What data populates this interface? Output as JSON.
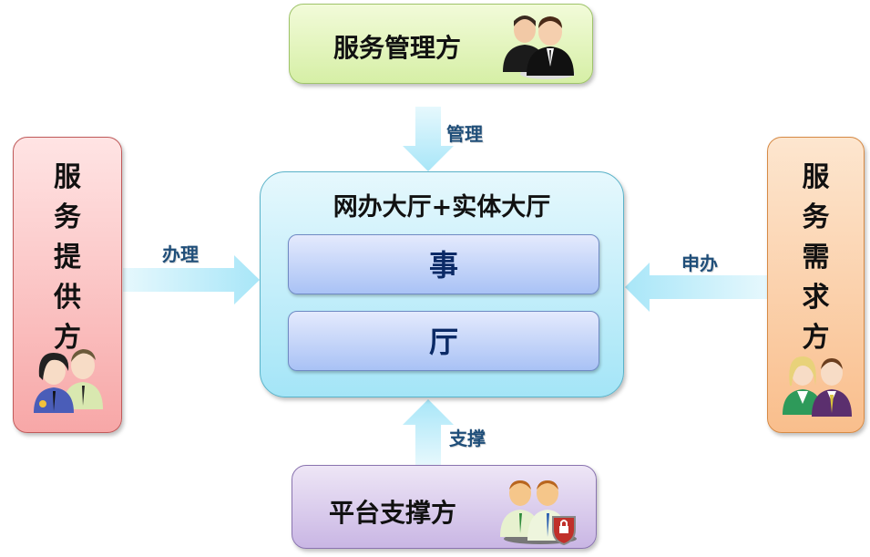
{
  "nodes": {
    "top": {
      "label": "服务管理方",
      "icon": "manager-people-icon"
    },
    "left": {
      "label_chars": [
        "服",
        "务",
        "提",
        "供",
        "方"
      ],
      "icon": "officer-people-icon"
    },
    "right": {
      "label_chars": [
        "服",
        "务",
        "需",
        "求",
        "方"
      ],
      "icon": "customer-people-icon"
    },
    "bottom": {
      "label": "平台支撑方",
      "icon": "support-people-icon"
    },
    "center": {
      "title": "网办大厅+实体大厅",
      "items": [
        "事",
        "厅"
      ]
    }
  },
  "edges": {
    "top_to_center": "管理",
    "left_to_center": "办理",
    "right_to_center": "申办",
    "bottom_to_center": "支撑"
  },
  "colors": {
    "top_fill": "#d6efa6",
    "left_fill": "#f7a7a7",
    "right_fill": "#f9be8c",
    "bottom_fill": "#c9b6e4",
    "center_fill": "#a4e5f7",
    "arrow_fill": "#a8e6f8",
    "arrow_label": "#1f4e79",
    "inner_text": "#0b2a66"
  }
}
